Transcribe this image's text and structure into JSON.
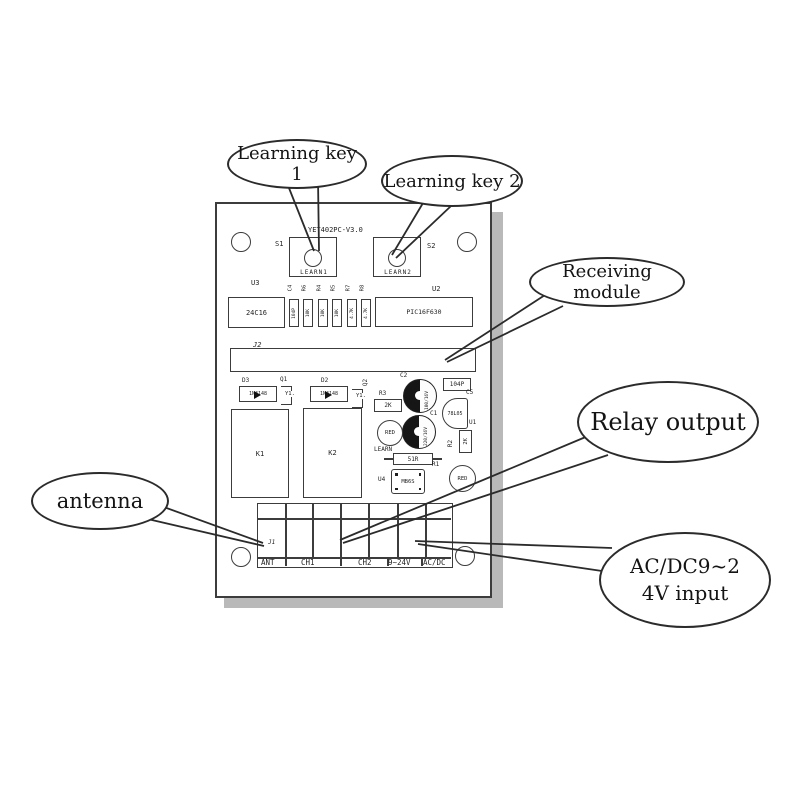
{
  "colors": {
    "line": "#3c3c3c",
    "shadow": "#b9b9b9",
    "text": "#1f1f1f",
    "bubble_border": "#2b2b2b"
  },
  "callouts": {
    "learning_key_1": {
      "text": "Learning key 1"
    },
    "learning_key_2": {
      "text": "Learning key 2"
    },
    "receiving_module": {
      "text": "Receiving module"
    },
    "relay_output": {
      "text": "Relay output"
    },
    "antenna": {
      "text": "antenna"
    },
    "power_input": {
      "line1": "AC/DC9~2",
      "line2": "4V input"
    }
  },
  "board": {
    "title": "YET402PC-V3.0",
    "s1": {
      "ref": "S1",
      "label": "LEARN1"
    },
    "s2": {
      "ref": "S2",
      "label": "LEARN2"
    },
    "u3": {
      "ref": "U3",
      "part": "24C16"
    },
    "u2": {
      "ref": "U2",
      "part": "PIC16F630"
    },
    "resistor_row": [
      {
        "ref": "C4",
        "value": "104P"
      },
      {
        "ref": "R6",
        "value": "10K"
      },
      {
        "ref": "R4",
        "value": "10K"
      },
      {
        "ref": "R5",
        "value": "10K"
      },
      {
        "ref": "R7",
        "value": "4.7K"
      },
      {
        "ref": "R8",
        "value": "4.7K"
      }
    ],
    "j2": {
      "ref": "J2"
    },
    "d3": {
      "ref": "D3",
      "part": "1N4148"
    },
    "d2": {
      "ref": "D2",
      "part": "1N4148"
    },
    "q1": {
      "ref": "Q1",
      "marking": "Y1."
    },
    "q2": {
      "ref": "Q2",
      "marking": "Y1."
    },
    "r3": {
      "ref": "R3",
      "value": "2K"
    },
    "c2": {
      "ref": "C2",
      "marking": "100/16V"
    },
    "c1": {
      "ref": "C1",
      "marking": "220/16V"
    },
    "c5": {
      "ref": "C5",
      "value": "104P"
    },
    "u1": {
      "ref": "U1",
      "part": "78L05"
    },
    "r2": {
      "ref": "R2",
      "value": "2K"
    },
    "led1": {
      "label": "RED",
      "caption": "LEARN"
    },
    "r1": {
      "ref": "R1",
      "value": "51R"
    },
    "u4": {
      "ref": "U4",
      "part": "MB6S"
    },
    "led2": {
      "label": "RED"
    },
    "k1": {
      "ref": "K1"
    },
    "k2": {
      "ref": "K2"
    },
    "terminal": {
      "ref": "J1",
      "labels": [
        "ANT",
        "CH1",
        "CH2",
        "9~24V",
        "AC/DC"
      ]
    }
  }
}
